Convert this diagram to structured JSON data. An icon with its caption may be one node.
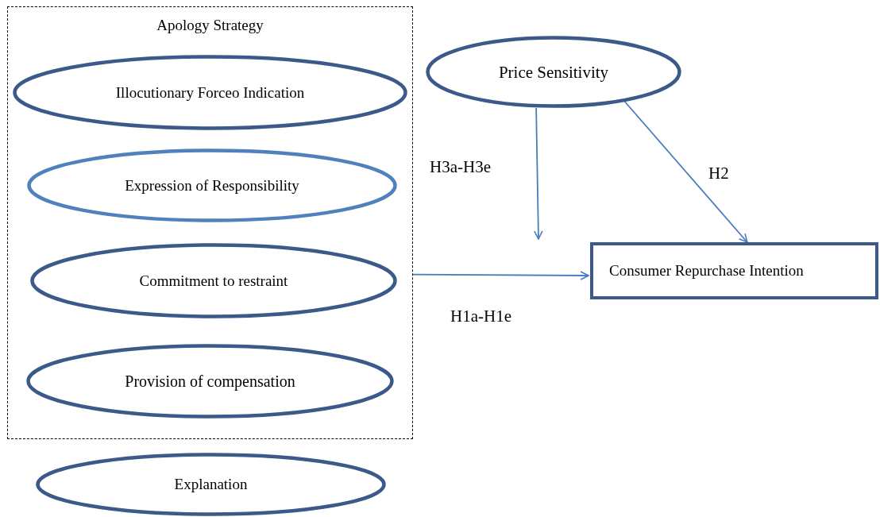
{
  "diagram": {
    "nodes": [
      {
        "text": [
          "Apology Strategy"
        ]
      },
      {
        "text": [
          "Illocutionary Forceo Indication"
        ],
        "in": 0
      },
      {
        "text": [
          "Expression of Responsibility"
        ],
        "in": 0
      },
      {
        "text": [
          "Commitment to restraint"
        ],
        "in": 0
      },
      {
        "text": [
          "Provision of compensation"
        ],
        "in": 0
      },
      {
        "text": [
          "Explanation"
        ]
      },
      {
        "text": [
          "Price Sensitivity"
        ]
      },
      {
        "text": [
          "Consumer Repurchase Intention"
        ]
      }
    ],
    "edges": [
      {
        "from": 0,
        "to": 7,
        "arrow": "to",
        "label": "H1a-H1e"
      },
      {
        "from": 6,
        "to": null,
        "arrow": "to",
        "label": "H3a-H3e"
      },
      {
        "from": 6,
        "to": 7,
        "arrow": "to",
        "label": "H2"
      }
    ]
  }
}
